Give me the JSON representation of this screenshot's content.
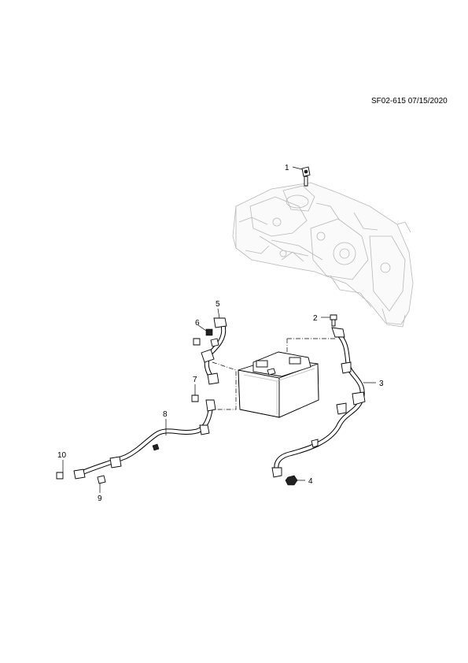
{
  "reference_code": "SF02-615 07/15/2020",
  "callouts": [
    {
      "label": "1"
    },
    {
      "label": "2"
    },
    {
      "label": "3"
    },
    {
      "label": "4"
    },
    {
      "label": "5"
    },
    {
      "label": "6"
    },
    {
      "label": "7"
    },
    {
      "label": "8"
    },
    {
      "label": "9"
    },
    {
      "label": "10"
    }
  ],
  "colors": {
    "line": "#000000",
    "ghost": "#b8b8b8",
    "background": "#ffffff"
  }
}
